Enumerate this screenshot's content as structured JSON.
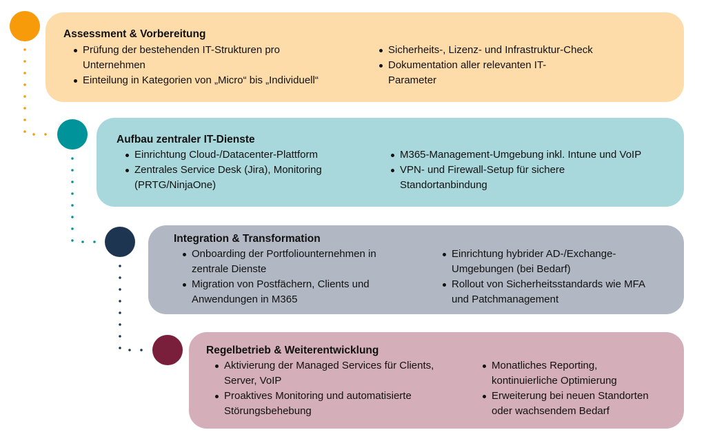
{
  "colors": {
    "phase1": {
      "dot": "#f79b0a",
      "card": "#fddcaa"
    },
    "phase2": {
      "dot": "#009399",
      "card": "#a9d8dc"
    },
    "phase3": {
      "dot": "#1e3551",
      "card": "#b1b8c3"
    },
    "phase4": {
      "dot": "#7a1f3b",
      "card": "#d4afba"
    }
  },
  "phases": [
    {
      "title": "Assessment & Vorbereitung",
      "left": [
        "Prüfung der bestehenden IT-Strukturen pro\nUnternehmen",
        "Einteilung in Kategorien von „Micro“ bis „Individuell“"
      ],
      "right": [
        "Sicherheits-, Lizenz- und Infrastruktur-Check",
        "Dokumentation aller relevanten IT-\nParameter"
      ]
    },
    {
      "title": "Aufbau zentraler IT-Dienste",
      "left": [
        "Einrichtung Cloud-/Datacenter-Plattform",
        "Zentrales Service Desk (Jira), Monitoring\n(PRTG/NinjaOne)"
      ],
      "right": [
        "M365-Management-Umgebung inkl. Intune und VoIP",
        "VPN- und Firewall-Setup für sichere\nStandortanbindung"
      ]
    },
    {
      "title": "Integration & Transformation",
      "left": [
        "Onboarding der Portfoliounternehmen in\nzentrale Dienste",
        "Migration von Postfächern, Clients und\nAnwendungen in M365"
      ],
      "right": [
        "Einrichtung hybrider AD-/Exchange-\nUmgebungen (bei Bedarf)",
        "Rollout von Sicherheitsstandards wie MFA\nund Patchmanagement"
      ]
    },
    {
      "title": "Regelbetrieb & Weiterentwicklung",
      "left": [
        "Aktivierung der Managed Services für Clients,\nServer, VoIP",
        "Proaktives Monitoring und automatisierte\nStörungsbehebung"
      ],
      "right": [
        "Monatliches Reporting,\nkontinuierliche Optimierung",
        "Erweiterung bei neuen Standorten\noder wachsendem Bedarf"
      ]
    }
  ]
}
